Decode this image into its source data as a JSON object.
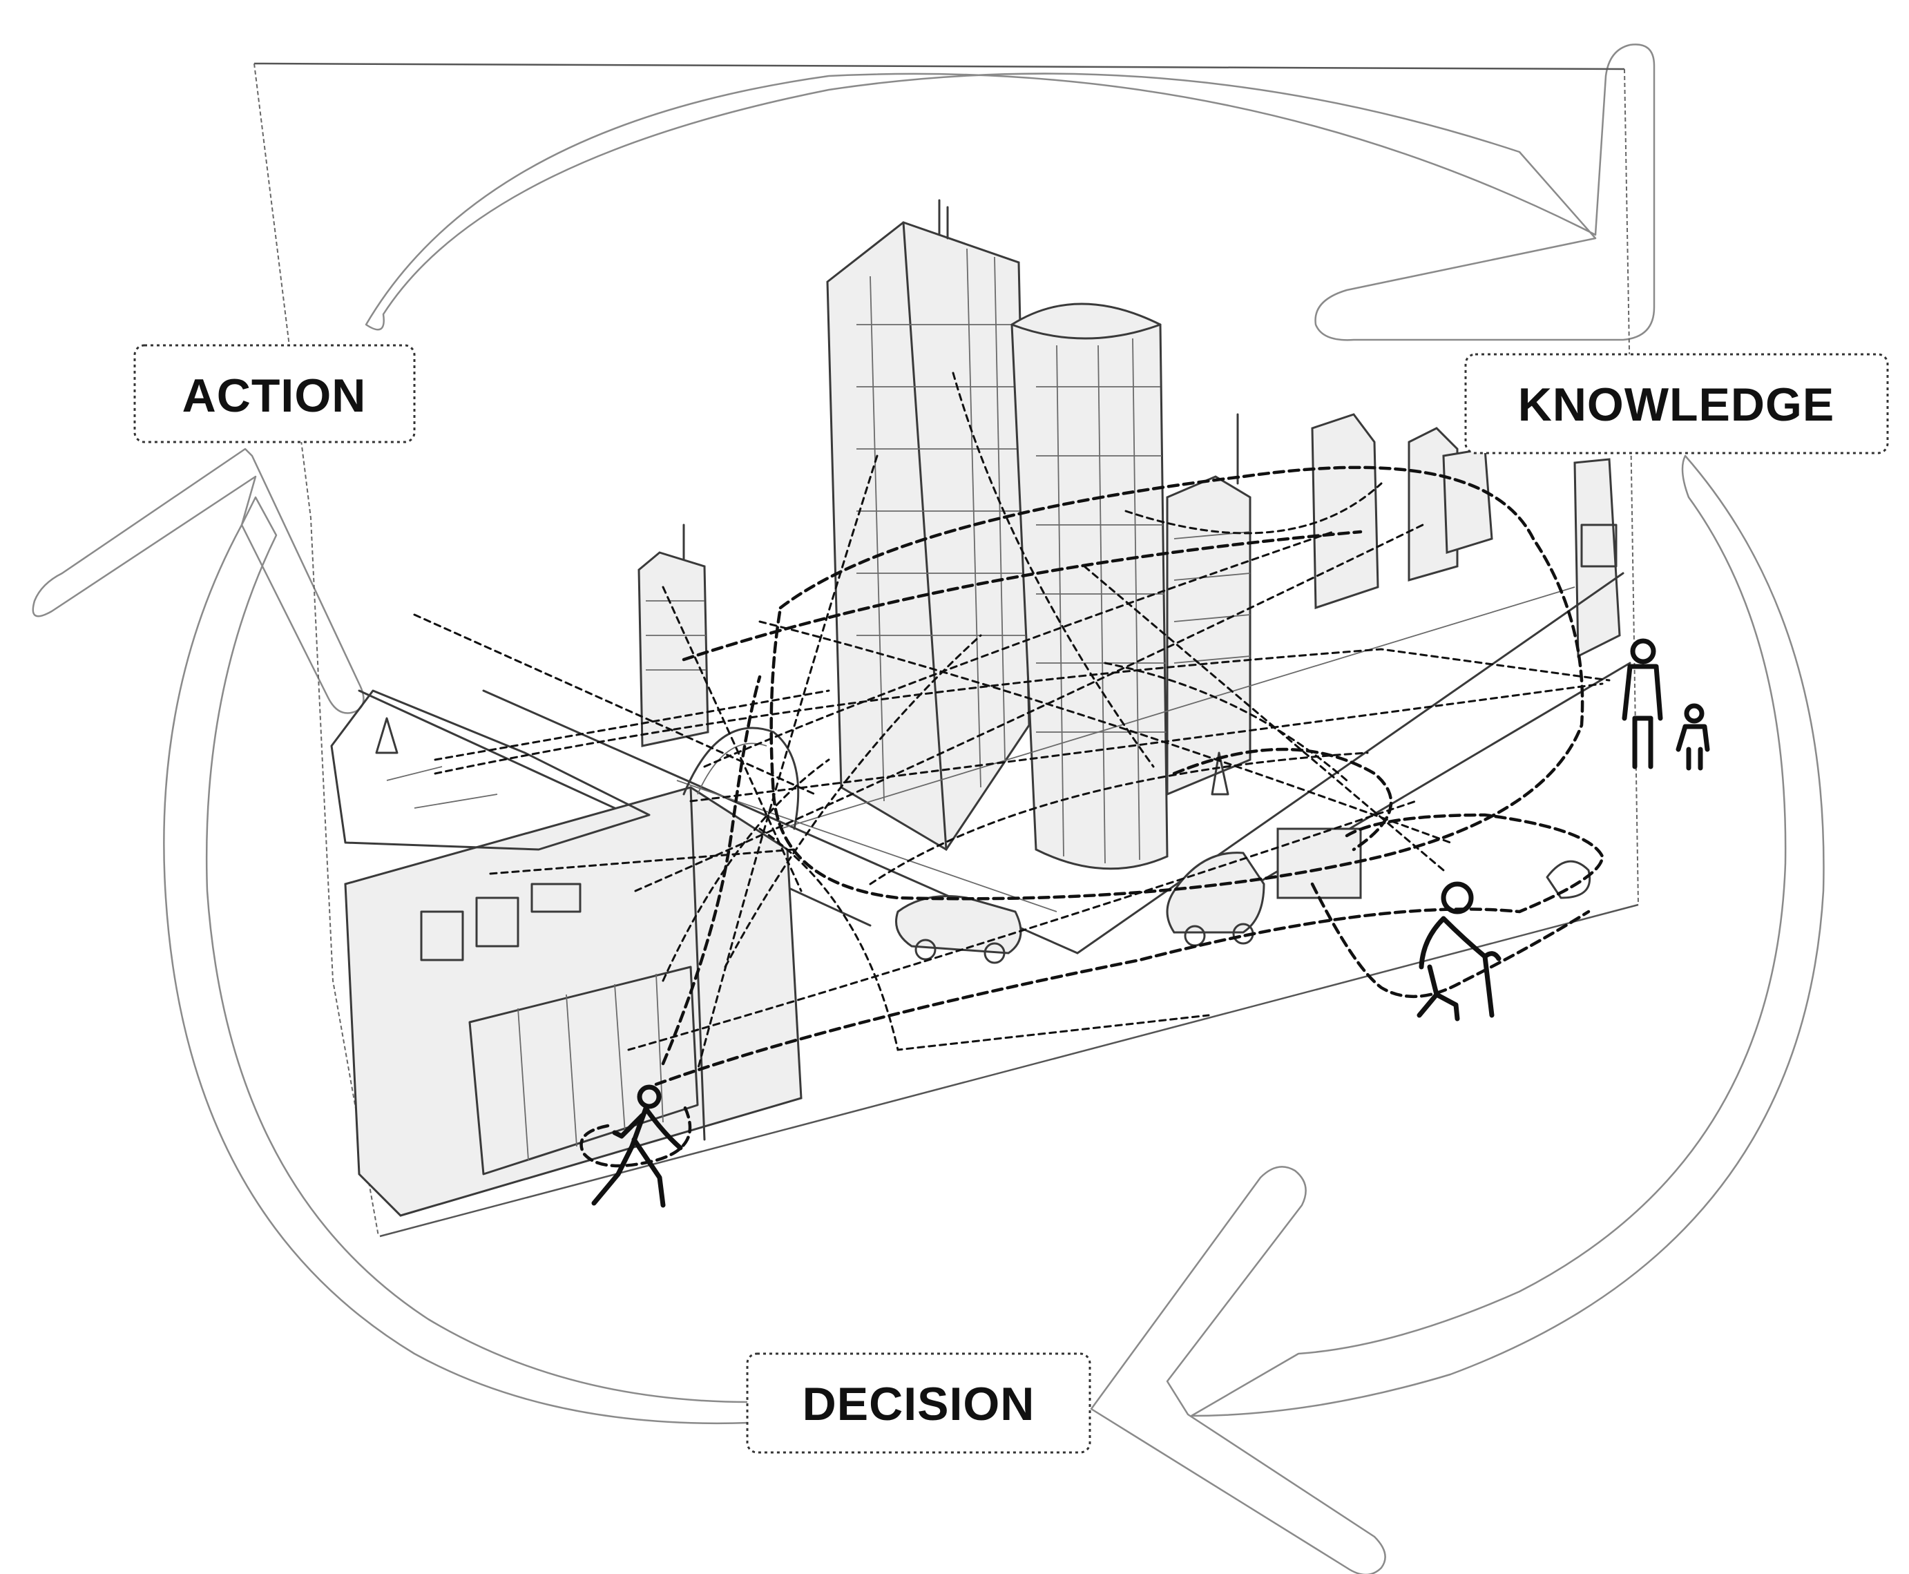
{
  "labels": {
    "action": "ACTION",
    "knowledge": "KNOWLEDGE",
    "decision": "DECISION"
  },
  "colors": {
    "cycle_arrow_outline": "#8a8a8a",
    "label_border": "#333333",
    "label_text": "#111111",
    "sketch_line": "#3a3a3a",
    "trail_line": "#111111",
    "background": "#ffffff"
  },
  "icons": [
    "walking-person-icon",
    "parent-with-child-icon",
    "elderly-person-with-cane-icon"
  ]
}
